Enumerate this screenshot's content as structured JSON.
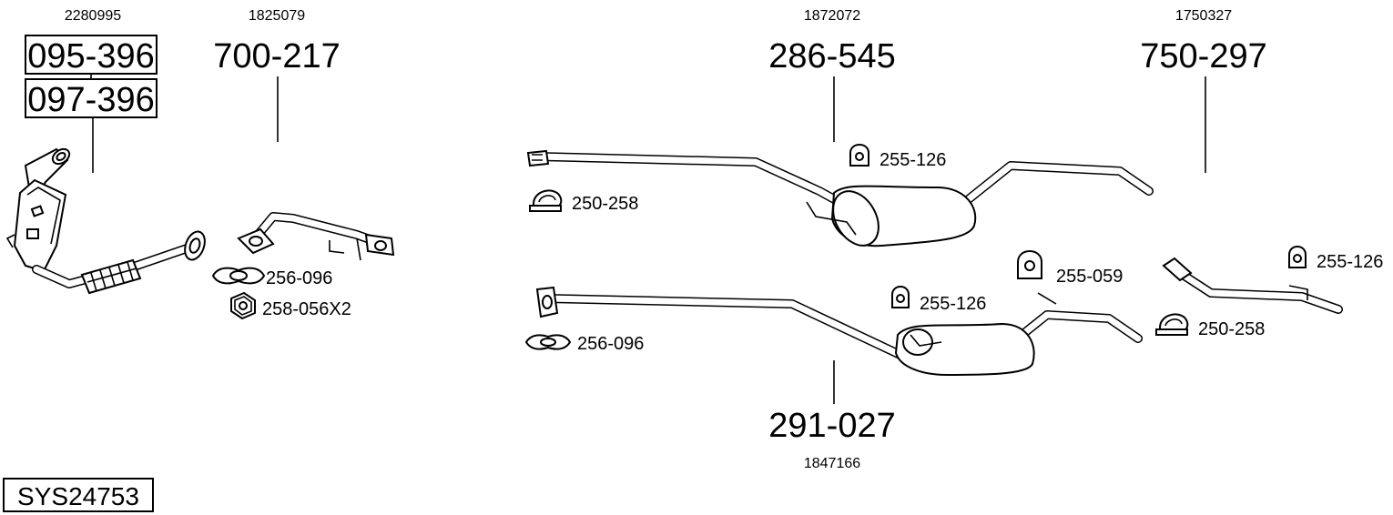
{
  "system": {
    "code": "SYS24753"
  },
  "parts": [
    {
      "oem": "2280995",
      "numbers": [
        "095-396",
        "097-396"
      ]
    },
    {
      "oem": "1825079",
      "number": "700-217"
    },
    {
      "oem": "1872072",
      "number": "286-545"
    },
    {
      "oem": "1750327",
      "number": "750-297"
    },
    {
      "oem": "1847166",
      "number": "291-027"
    }
  ],
  "accessories": {
    "gasket_a": "256-096",
    "nut": "258-056X2",
    "clamp_a": "250-258",
    "hanger_a": "255-126",
    "gasket_b": "256-096",
    "hanger_b": "255-126",
    "hanger_c": "255-059",
    "hanger_d": "255-126",
    "clamp_b": "250-258"
  }
}
